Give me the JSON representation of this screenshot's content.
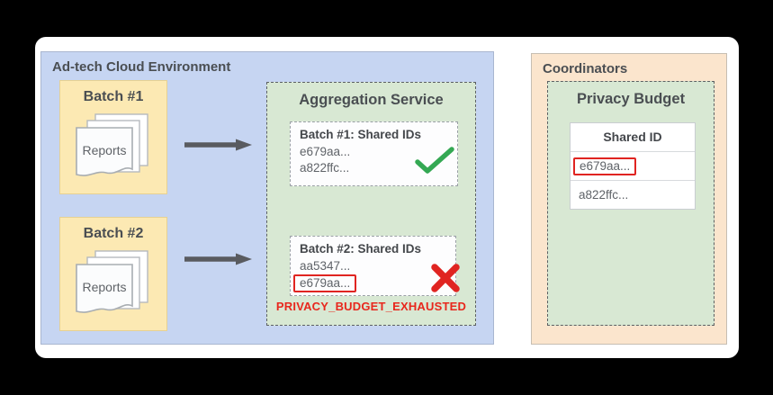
{
  "colors": {
    "adtech_bg": "#c6d5f2",
    "batch_bg": "#fce9b3",
    "aggregation_bg": "#d8e8d3",
    "coordinators_bg": "#fbe5cd",
    "privacy_budget_bg": "#d8e8d3",
    "success_green": "#34a853",
    "error_red": "#e02421",
    "arrow_gray": "#595b60",
    "title_text": "#4a4e52",
    "body_text": "#5f6368"
  },
  "adtech": {
    "title": "Ad-tech Cloud Environment",
    "batch1": {
      "label": "Batch #1",
      "doc_label": "Reports"
    },
    "batch2": {
      "label": "Batch #2",
      "doc_label": "Reports"
    },
    "aggregation": {
      "title": "Aggregation Service",
      "result1": {
        "title": "Batch #1: Shared IDs",
        "id1": "e679aa...",
        "id2": "a822ffc...",
        "status": "success"
      },
      "result2": {
        "title": "Batch #2: Shared IDs",
        "id1": "aa5347...",
        "id2": "e679aa...",
        "status": "failure"
      },
      "error_label": "PRIVACY_BUDGET_EXHAUSTED"
    }
  },
  "coordinators": {
    "title": "Coordinators",
    "privacy_budget": {
      "title": "Privacy Budget",
      "table": {
        "header": "Shared ID",
        "row1": "e679aa...",
        "row2": "a822ffc..."
      }
    }
  }
}
